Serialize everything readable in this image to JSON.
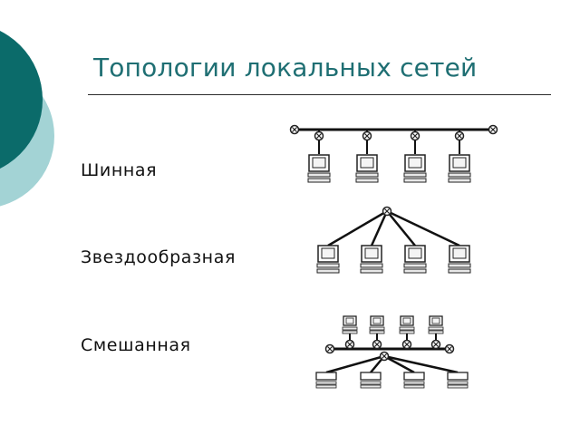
{
  "slide": {
    "title": "Топологии локальных сетей",
    "topologies": [
      {
        "label": "Шинная"
      },
      {
        "label": "Звездообразная"
      },
      {
        "label": "Смешанная"
      }
    ]
  },
  "colors": {
    "title": "#1f6f73",
    "deco_dark": "#0b6b6a",
    "deco_light": "#a3d3d5"
  }
}
